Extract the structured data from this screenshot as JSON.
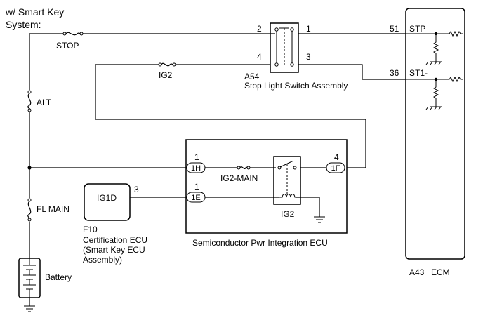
{
  "header": {
    "line1": "w/ Smart Key",
    "line2": "System:"
  },
  "fuses": {
    "stop": "STOP",
    "ig2": "IG2",
    "alt": "ALT",
    "fl_main": "FL MAIN",
    "ig2_main": "IG2-MAIN"
  },
  "stop_switch": {
    "pins": [
      "2",
      "1",
      "4",
      "3"
    ],
    "code": "A54",
    "name": "Stop Light Switch Assembly"
  },
  "ecm": {
    "pins": [
      "51",
      "36"
    ],
    "signals": [
      "STP",
      "ST1-"
    ],
    "code": "A43",
    "name": "ECM"
  },
  "spie": {
    "pins": [
      "1",
      "1",
      "4"
    ],
    "connectors": [
      "1H",
      "1E",
      "1F"
    ],
    "relay": "IG2",
    "name": "Semiconductor Pwr Integration ECU"
  },
  "cert_ecu": {
    "terminal": "IG1D",
    "pin": "3",
    "code": "F10",
    "name_lines": [
      "Certification ECU",
      "(Smart Key ECU",
      "Assembly)"
    ]
  },
  "battery": {
    "label": "Battery"
  }
}
